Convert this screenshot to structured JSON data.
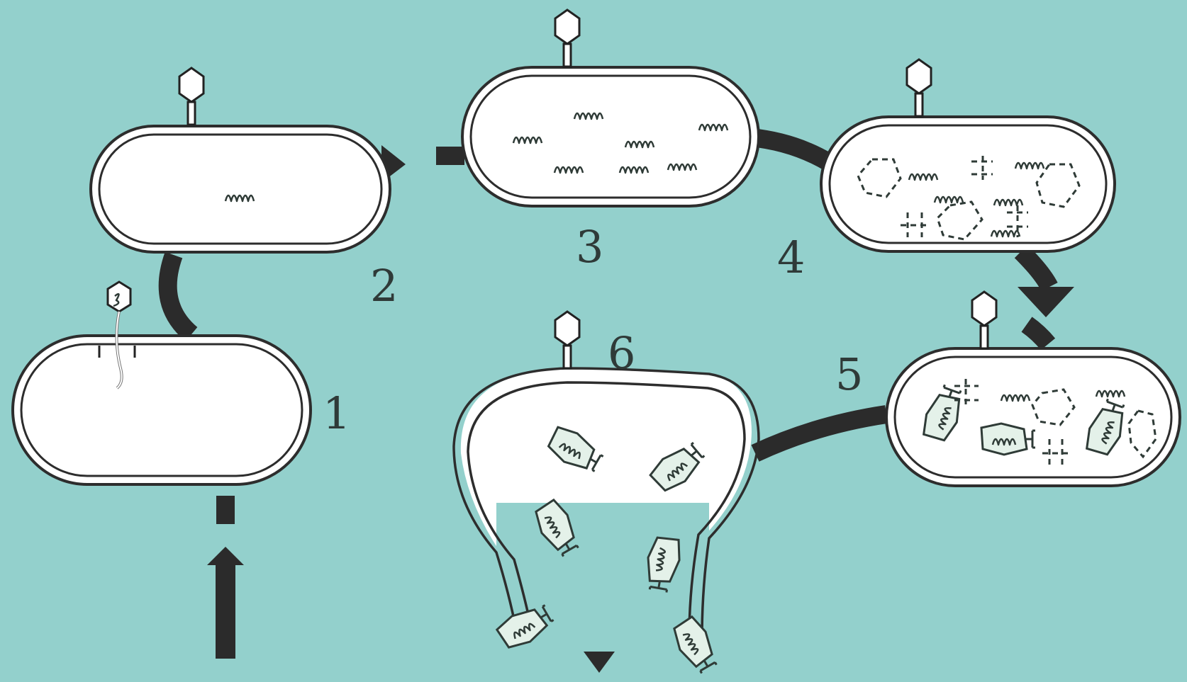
{
  "stage_labels": [
    "1",
    "2",
    "3",
    "4",
    "5",
    "6"
  ],
  "colors": {
    "background": "#93d0cc",
    "cell": "#ffffff",
    "outline": "#2d2d2d",
    "arrow": "#2b2b2b",
    "phage_fill": "#e4f1e9"
  }
}
